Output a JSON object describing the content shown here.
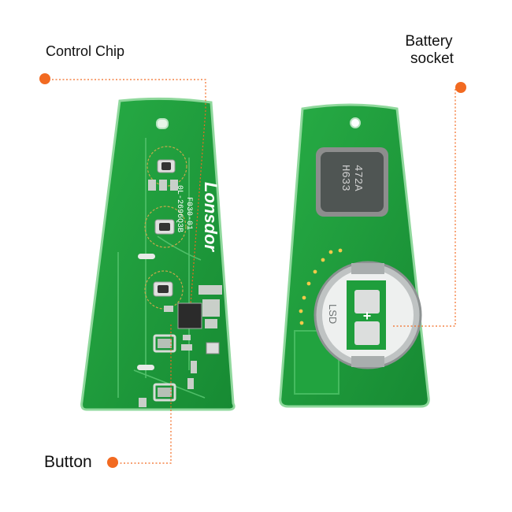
{
  "labels": {
    "control_chip": "Control Chip",
    "battery_line1": "Battery",
    "battery_line2": "socket",
    "button": "Button"
  },
  "pcb_text": {
    "brand": "Lonsdor",
    "code_a": "F030-01",
    "code_b": "0L-2696Q3B",
    "battery_a": "472A",
    "battery_b": "H633",
    "socket_mark": "LSD"
  },
  "colors": {
    "accent": "#f26a21",
    "pcb": "#1f9e3c",
    "pcb_edge": "#7fd08e",
    "leader": "#f26a21"
  }
}
